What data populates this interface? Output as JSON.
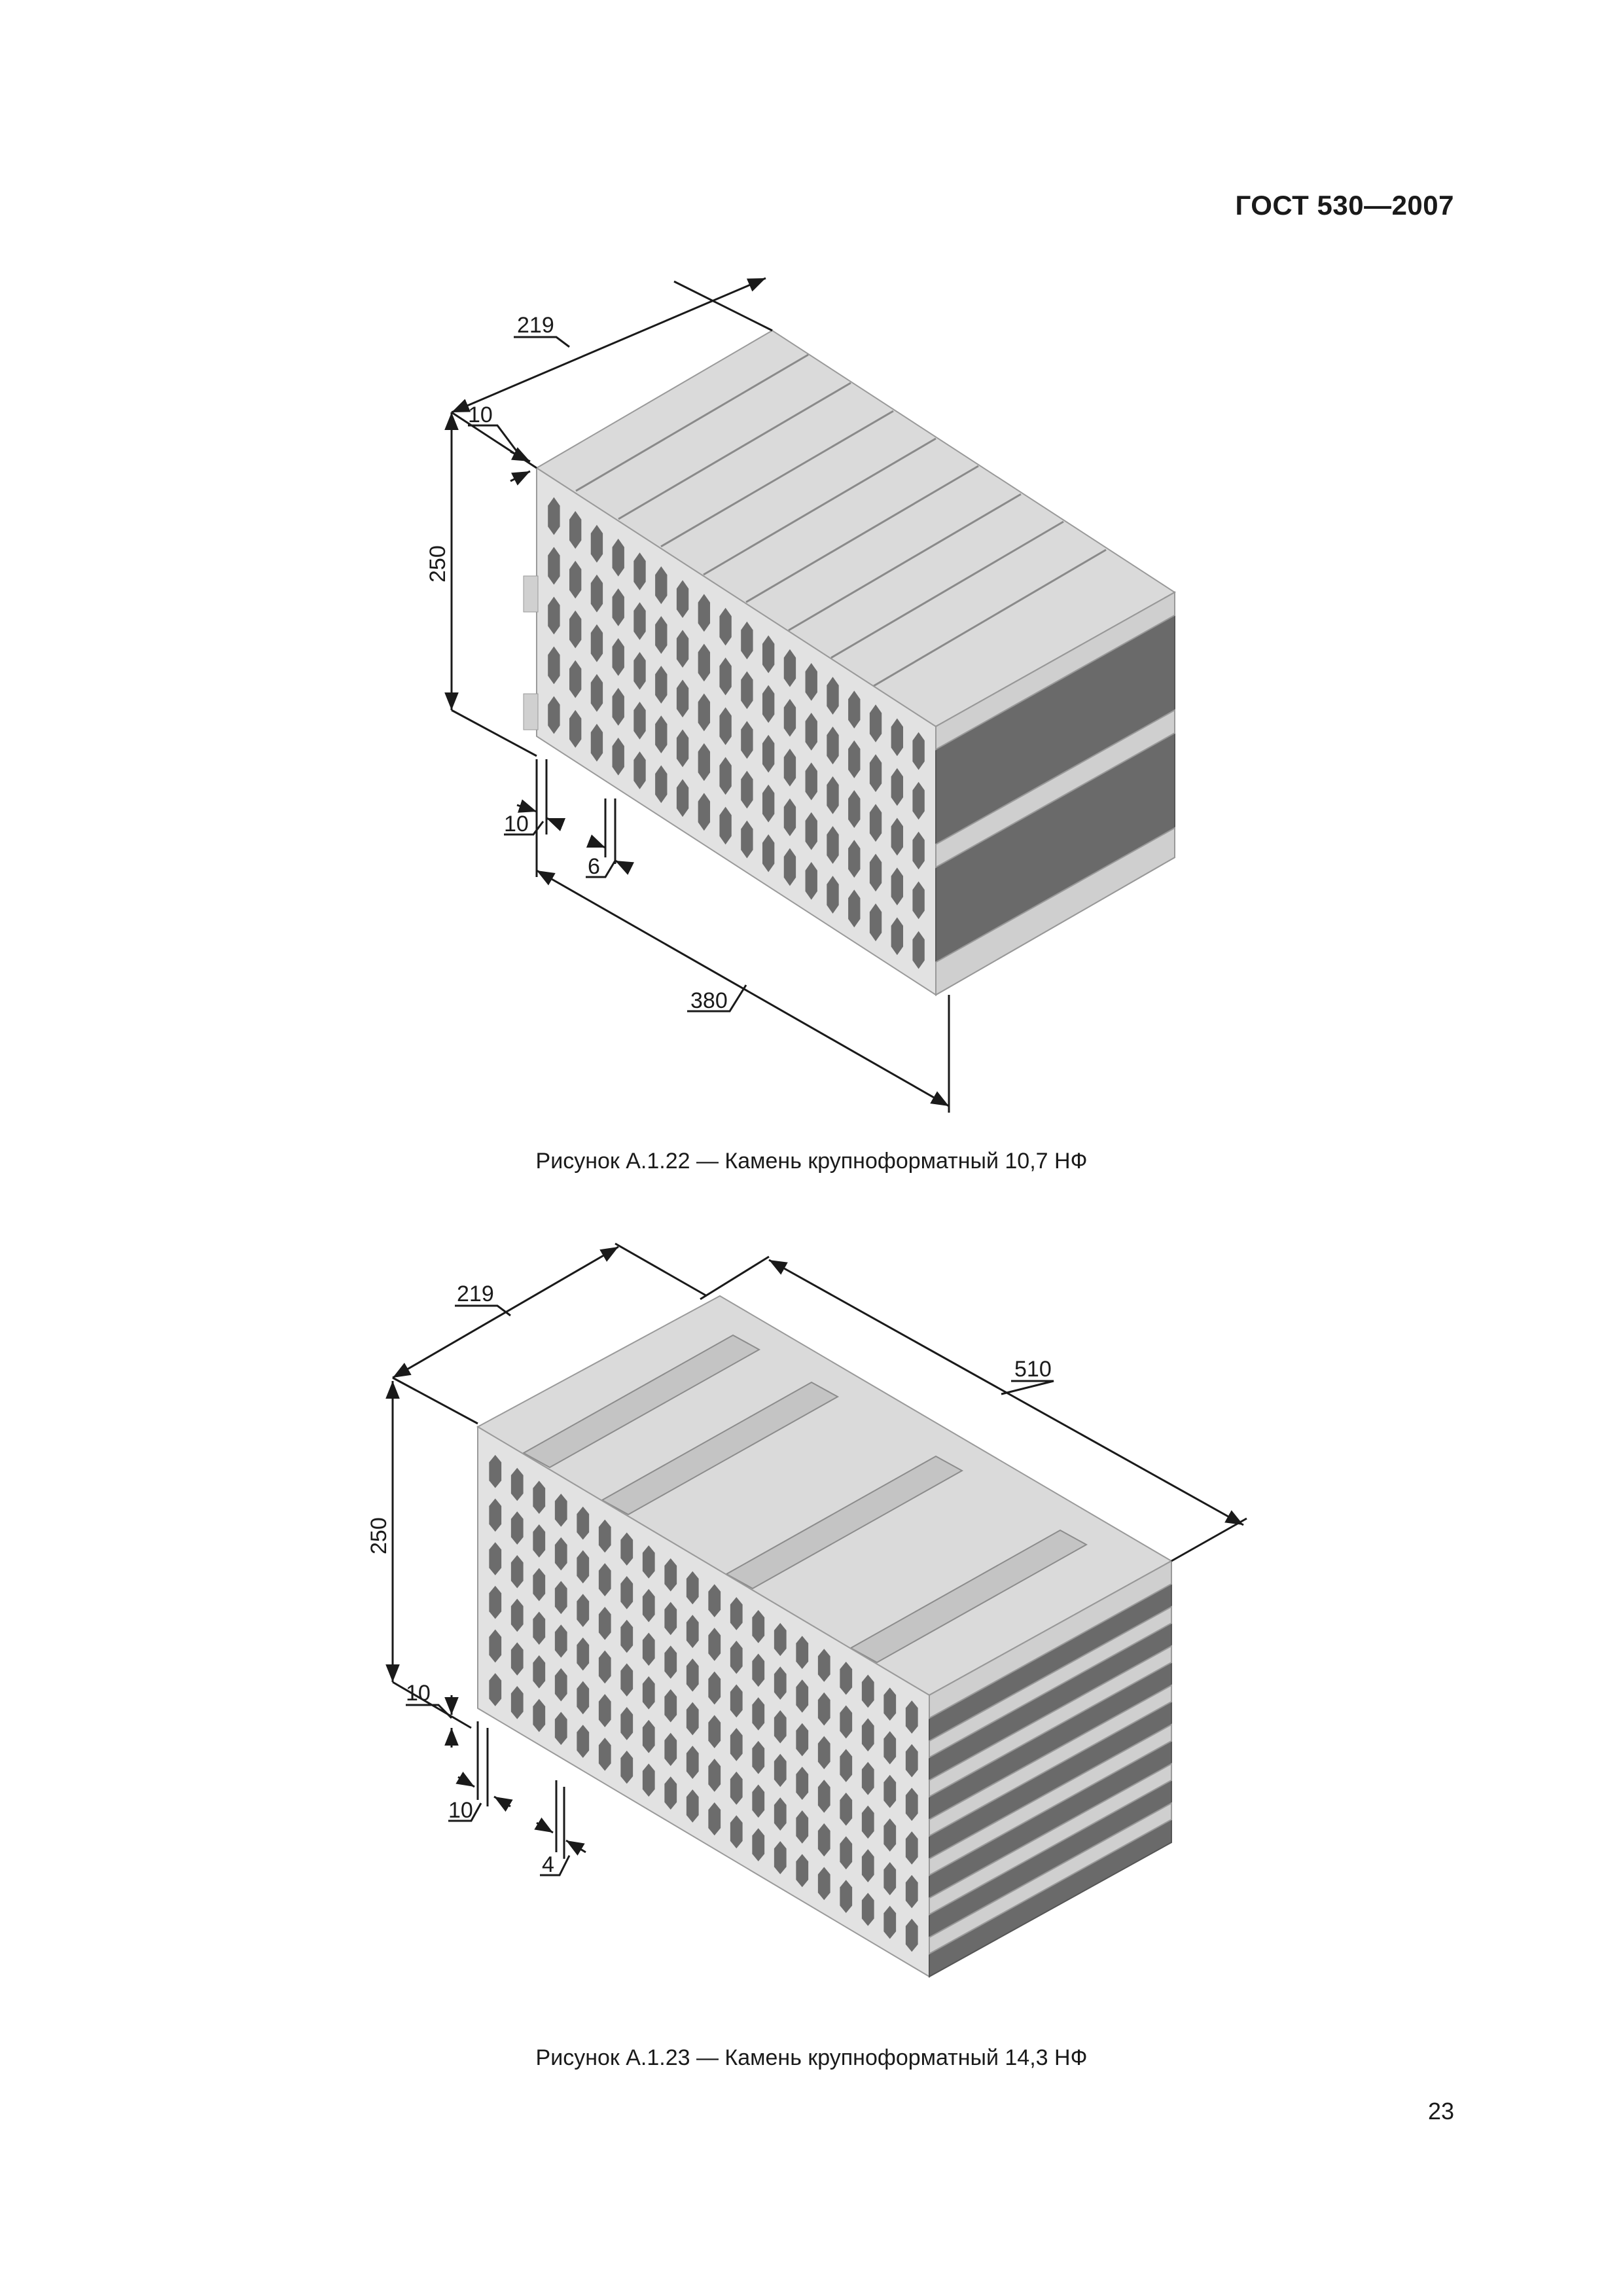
{
  "header": {
    "doc_number": "ГОСТ 530—2007"
  },
  "figure1": {
    "caption": "Рисунок А.1.22 — Камень крупноформатный 10,7 НФ",
    "dims": {
      "depth": "219",
      "height": "250",
      "top_wall": "10",
      "side_wall": "10",
      "rib": "6",
      "length": "380"
    }
  },
  "figure2": {
    "caption": "Рисунок А.1.23 — Камень крупноформатный 14,3 НФ",
    "dims": {
      "depth": "219",
      "length": "510",
      "height": "250",
      "top_wall": "10",
      "side_wall": "10",
      "rib": "4"
    }
  },
  "footer": {
    "page_number": "23"
  },
  "colors": {
    "top_face": "#dcdcdc",
    "front_face": "#e4e4e4",
    "side_face": "#6b6b6b",
    "cells": "#6e6e6e",
    "ink": "#1a1a1a"
  }
}
